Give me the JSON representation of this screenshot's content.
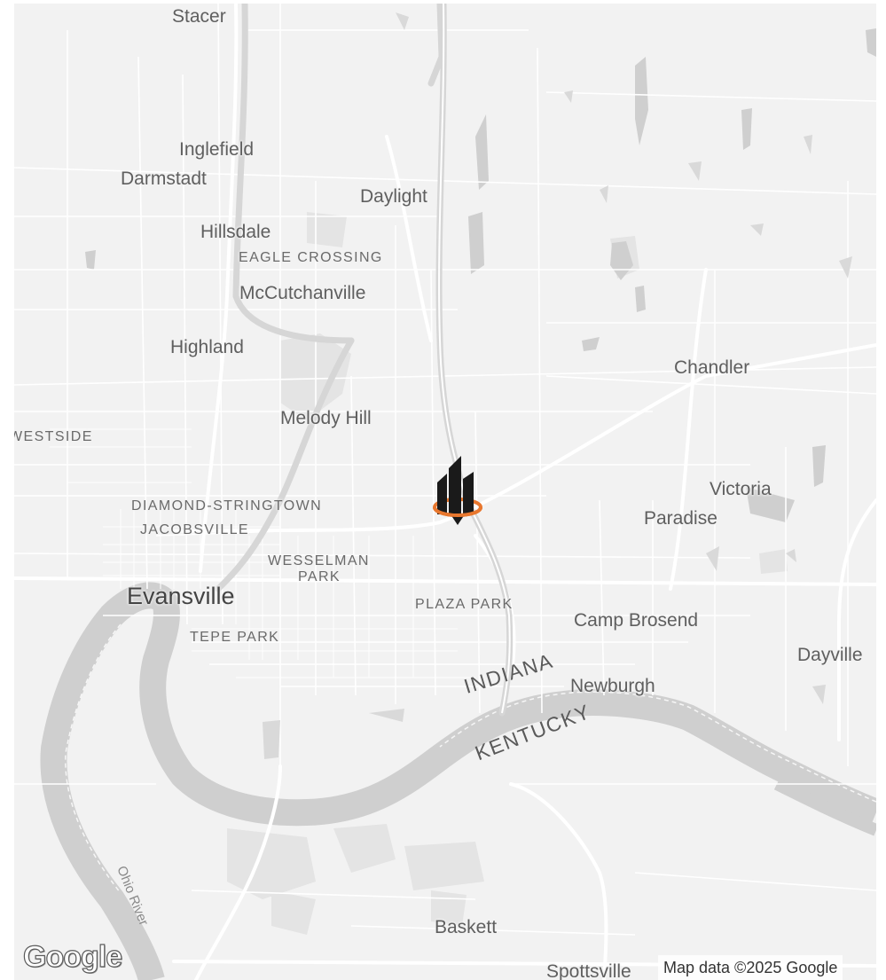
{
  "map": {
    "places": {
      "stacer": "Stacer",
      "inglefield": "Inglefield",
      "darmstadt": "Darmstadt",
      "daylight": "Daylight",
      "hillsdale": "Hillsdale",
      "mccutchanville": "McCutchanville",
      "highland": "Highland",
      "chandler": "Chandler",
      "melody_hill": "Melody Hill",
      "victoria": "Victoria",
      "paradise": "Paradise",
      "camp_brosend": "Camp Brosend",
      "dayville": "Dayville",
      "newburgh": "Newburgh",
      "baskett": "Baskett",
      "spottsville": "Spottsville"
    },
    "city": "Evansville",
    "neighborhoods": {
      "eagle_crossing": "EAGLE CROSSING",
      "westside": "WESTSIDE",
      "diamond_stringtown": "DIAMOND-STRINGTOWN",
      "jacobsville": "JACOBSVILLE",
      "wesselman_park_line1": "WESSELMAN",
      "wesselman_park_line2": "PARK",
      "plaza_park": "PLAZA PARK",
      "tepe_park": "TEPE PARK"
    },
    "states": {
      "indiana": "INDIANA",
      "kentucky": "KENTUCKY"
    },
    "river_label": "Ohio River",
    "logo_text": "Google",
    "attribution": "Map data ©2025 Google",
    "colors": {
      "land": "#f2f2f2",
      "water": "#cfcfcf",
      "road": "#ffffff",
      "park": "#e3e3e3",
      "marker_dark": "#1a1a1a",
      "marker_accent": "#e8772e"
    },
    "marker_icon": "building-location-icon"
  }
}
